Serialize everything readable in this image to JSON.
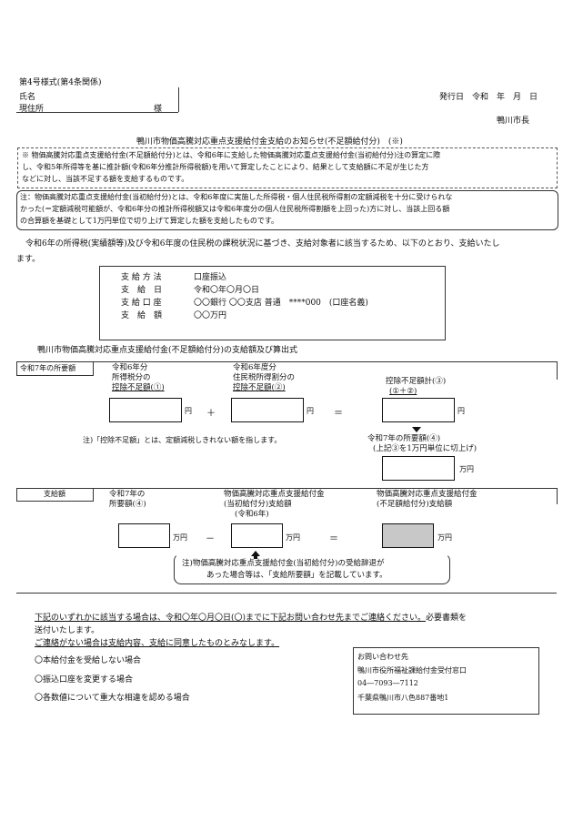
{
  "header": {
    "form_number": "第4号様式(第4条関係)",
    "name_label": "氏名",
    "address_label": "現住所",
    "honorific": "様",
    "issue_date": "発行日　令和　年　月　日",
    "issuer": "鴨川市長"
  },
  "title": "鴨川市物価高騰対応重点支援給付金支給のお知らせ(不足額給付分)　(※)",
  "note_asterisk": [
    "※ 物価高騰対応重点支援給付金(不足額給付分)とは、令和6年に支給した物価高騰対応重点支援給付金(当初給付分)注の算定に際",
    "し、令和5年所得等を基に推計額(令和6年分推計所得税額)を用いて算定したことにより、結果として支給額に不足が生じた方",
    "などに対し、当該不足する額を支給するものです。"
  ],
  "note_chu": [
    "注：物価高騰対応重点支援給付金(当初給付分)とは、令和6年度に実施した所得税・個人住民税所得割の定額減税を十分に受けられな",
    "かった(＝定額減税可能額が、令和6年分の推計所得税額又は令和6年度分の個人住民税所得割額を上回った)方に対し、当該上回る額",
    "の合算額を基礎として1万円単位で切り上げて算定した額を支給したものです。"
  ],
  "intro": [
    "令和6年の所得税(実績額等)及び令和6年度の住民税の課税状況に基づき、支給対象者に該当するため、以下のとおり、支給いたし",
    "ます。"
  ],
  "payment_info": {
    "rows": [
      {
        "label": "支 給 方 法",
        "value": "口座振込"
      },
      {
        "label": "支　給　日",
        "value": "令和〇年〇月〇日"
      },
      {
        "label": "支 給 口 座",
        "value": "〇〇銀行 〇〇支店 普通　****000　(口座名義)"
      },
      {
        "label": "支　給　額",
        "value": "〇〇万円"
      }
    ]
  },
  "calc_section": {
    "heading": "鴨川市物価高騰対応重点支援給付金(不足額給付分)の支給額及び算出式",
    "row1_label": "令和7年の所要額",
    "box1_label": [
      "令和6年分",
      "所得税分の",
      "控除不足額(①)"
    ],
    "box2_label": [
      "令和6年度分",
      "住民税所得割分の",
      "控除不足額(②)"
    ],
    "box3_label": [
      "控除不足額計(③)",
      "(①＋②)"
    ],
    "unit_yen": "円",
    "unit_man_yen": "万円",
    "plus": "＋",
    "minus": "－",
    "equals": "＝",
    "note_deficit": "注)「控除不足額」とは、定額減税しきれない額を指します。",
    "box4_label": [
      "令和7年の所要額(④)",
      "(上記③を1万円単位に切上げ)"
    ],
    "row2_label": "支給額",
    "box5_label": [
      "令和7年の",
      "所要額(④)"
    ],
    "box6_label": [
      "物価高騰対応重点支援給付金",
      "(当初給付分)支給額",
      "(令和6年)"
    ],
    "box7_label": [
      "物価高騰対応重点支援給付金",
      "(不足額給付分)支給額"
    ],
    "note_decline": [
      "注)物価高騰対応重点支援給付金(当初給付分)の受給辞退が",
      "あった場合等は、「支給所要額」を記載しています。"
    ]
  },
  "footer": {
    "para1_underlined": "下記のいずれかに該当する場合は、令和〇年〇月〇日(〇)までに下記お問い合わせ先までご連絡ください。",
    "para1_rest": "必要書類を",
    "para1_line2": "送付いたします。",
    "para2_underlined": "ご連絡がない場合は支給内容、支給に同意したものとみなします。",
    "conditions": [
      "〇本給付金を受給しない場合",
      "〇振込口座を変更する場合",
      "〇各数値について重大な相違を認める場合"
    ],
    "contact": {
      "title": "お問い合わせ先",
      "office": "鴨川市役所福祉課給付金受付窓口",
      "phone": "04―7093―7112",
      "address": "千葉県鴨川市八色887番地1"
    }
  },
  "colors": {
    "result_box_fill": "#c8c8c8"
  }
}
